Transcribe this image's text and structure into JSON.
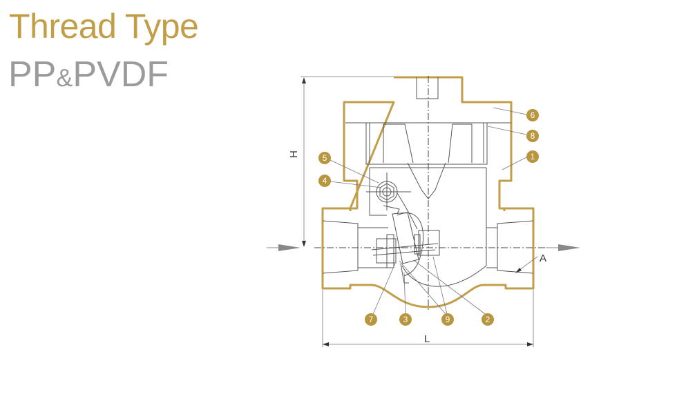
{
  "header": {
    "title": "Thread Type",
    "subtitle_part1": "PP",
    "subtitle_amp": "&",
    "subtitle_part2": "PVDF"
  },
  "diagram": {
    "dimensions": {
      "height_label": "H",
      "length_label": "L",
      "thread_label": "A"
    },
    "callouts": [
      "6",
      "8",
      "1",
      "5",
      "4",
      "7",
      "3",
      "9",
      "2"
    ]
  },
  "colors": {
    "accent": "#c29e48",
    "balloon": "#b8953f",
    "subtitle": "#9b9b9b"
  }
}
